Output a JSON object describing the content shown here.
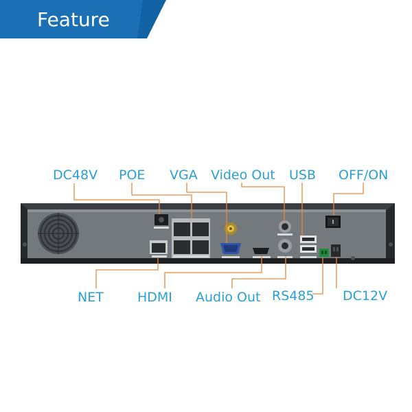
{
  "header": {
    "title": "Feature",
    "color": "#1a6fb5"
  },
  "label_color": "#2a9fd6",
  "labels": {
    "dc48v": "DC48V",
    "poe": "POE",
    "vga": "VGA",
    "video_out": "Video Out",
    "usb": "USB",
    "off_on": "OFF/ON",
    "net": "NET",
    "hdmi": "HDMI",
    "audio_out": "Audio Out",
    "rs485": "RS485",
    "dc12v": "DC12V"
  }
}
